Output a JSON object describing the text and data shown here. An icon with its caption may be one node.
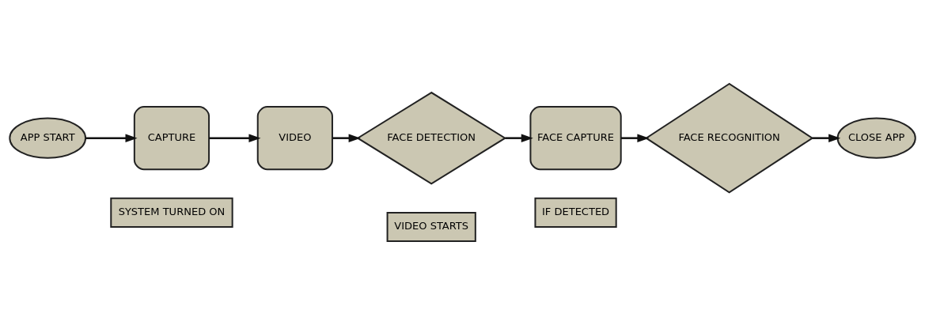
{
  "diagram": {
    "nodes": [
      {
        "text": [
          "SYSTEM TURNED ON"
        ]
      },
      {
        "text": [
          "VIDEO STARTS"
        ]
      },
      {
        "text": [
          "IF DETECTED"
        ]
      },
      {
        "text": [
          "APP START"
        ]
      },
      {
        "text": [
          "CAPTURE"
        ]
      },
      {
        "text": [
          "VIDEO"
        ]
      },
      {
        "text": [
          "FACE DETECTION"
        ]
      },
      {
        "text": [
          "FACE CAPTURE"
        ]
      },
      {
        "text": [
          "FACE RECOGNITION"
        ]
      },
      {
        "text": [
          "CLOSE APP"
        ]
      }
    ],
    "edges": [
      {
        "from": 3,
        "to": 4,
        "arrow": "to"
      },
      {
        "from": 4,
        "to": 5,
        "arrow": "to"
      },
      {
        "from": 5,
        "to": 6,
        "arrow": "to"
      },
      {
        "from": 6,
        "to": 7,
        "arrow": "to"
      },
      {
        "from": 7,
        "to": 8,
        "arrow": "to"
      },
      {
        "from": 8,
        "to": 9,
        "arrow": "to"
      }
    ]
  }
}
